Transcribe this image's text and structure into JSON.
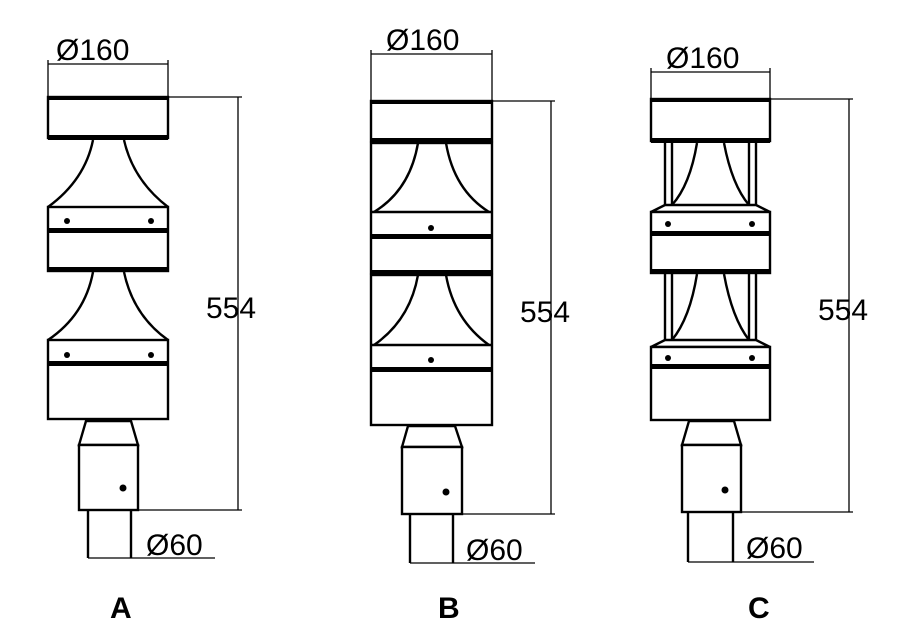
{
  "variants": [
    {
      "label": "A",
      "top_diameter": "Ø160",
      "height": "554",
      "base_diameter": "Ø60"
    },
    {
      "label": "B",
      "top_diameter": "Ø160",
      "height": "554",
      "base_diameter": "Ø60"
    },
    {
      "label": "C",
      "top_diameter": "Ø160",
      "height": "554",
      "base_diameter": "Ø60"
    }
  ]
}
